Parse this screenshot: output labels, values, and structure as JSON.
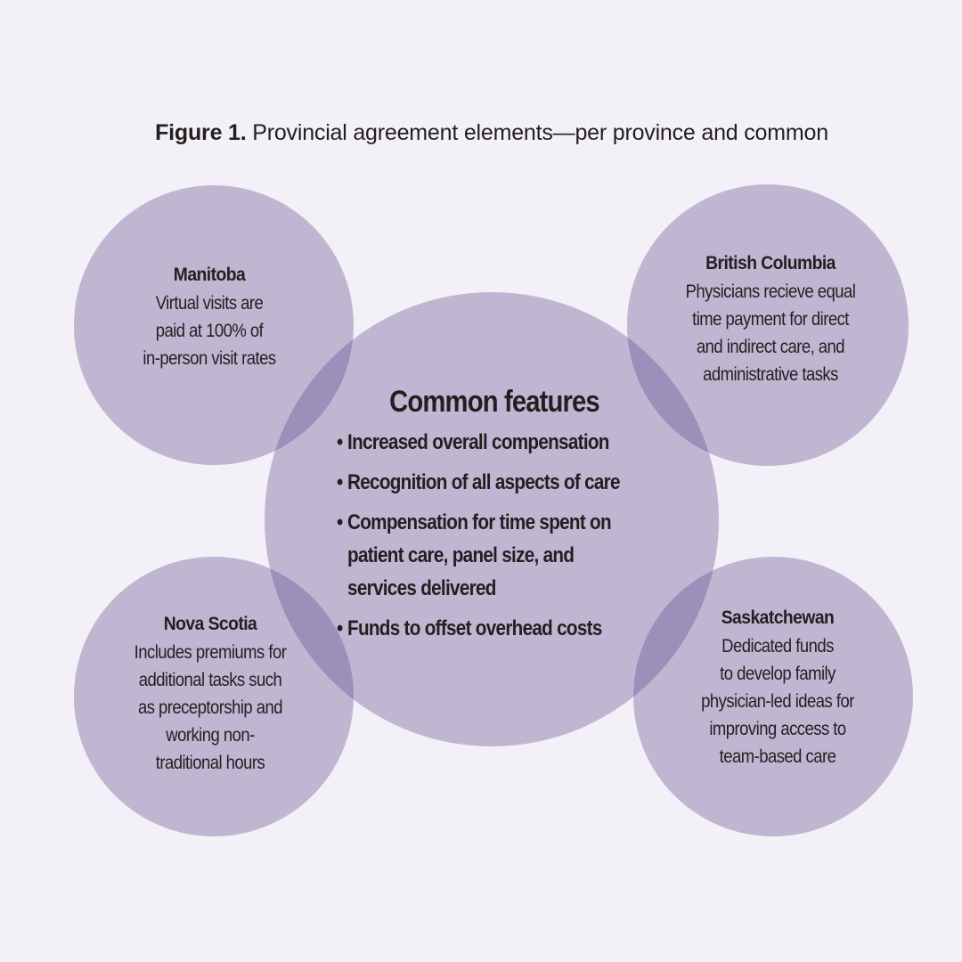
{
  "title": {
    "label": "Figure 1.",
    "text": " Provincial agreement elements—per province and common"
  },
  "colors": {
    "background": "#f3f0f7",
    "circle_fill": "#55448a",
    "text": "#231f20"
  },
  "regions": {
    "manitoba": {
      "heading": "Manitoba",
      "lines": [
        "Virtual visits are",
        "paid at 100% of",
        "in-person visit rates"
      ]
    },
    "british_columbia": {
      "heading": "British Columbia",
      "lines": [
        "Physicians recieve equal",
        "time payment for direct",
        "and indirect care, and",
        "administrative tasks"
      ]
    },
    "nova_scotia": {
      "heading": "Nova Scotia",
      "lines": [
        "Includes premiums for",
        "additional tasks such",
        "as preceptorship and",
        "working non-",
        "traditional hours"
      ]
    },
    "saskatchewan": {
      "heading": "Saskatchewan",
      "lines": [
        "Dedicated funds",
        "to develop family",
        "physician-led ideas for",
        "improving access to",
        "team-based care"
      ]
    }
  },
  "common": {
    "heading": "Common features",
    "bullet": "•",
    "features": [
      [
        "Increased overall compensation"
      ],
      [
        "Recognition of all aspects of care"
      ],
      [
        "Compensation for time spent on",
        "patient care, panel size, and",
        "services delivered"
      ],
      [
        "Funds to offset overhead costs"
      ]
    ]
  }
}
